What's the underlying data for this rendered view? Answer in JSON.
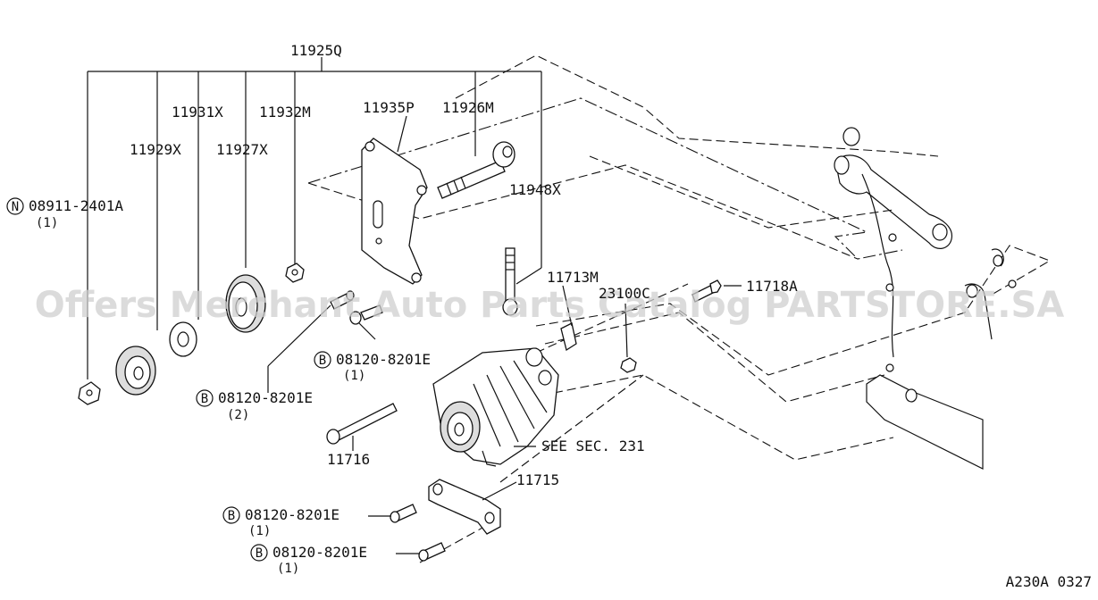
{
  "watermark": "Offers Merchant Auto Parts Catalog PARTSTORE.SA",
  "diagram_code": "A230A 0327",
  "labels": {
    "l_11925q": "11925Q",
    "l_11931x": "11931X",
    "l_11932m": "11932M",
    "l_11929x": "11929X",
    "l_11927x": "11927X",
    "l_11935p": "11935P",
    "l_11926m": "11926M",
    "l_11948x": "11948X",
    "l_08911": "08911-2401A",
    "l_11713m": "11713M",
    "l_23100c": "23100C",
    "l_11718a": "11718A",
    "l_bolt1": "08120-8201E",
    "l_bolt2": "08120-8201E",
    "l_11716": "11716",
    "l_seesec": "SEE SEC. 231",
    "l_11715": "11715",
    "l_bolt3": "08120-8201E",
    "l_bolt4": "08120-8201E"
  },
  "quantities": {
    "q_08911": "(1)",
    "q_bolt1": "(1)",
    "q_bolt2": "(2)",
    "q_bolt3": "(1)",
    "q_bolt4": "(1)"
  },
  "prefixes": {
    "p_08911": "N",
    "p_bolt1": "B",
    "p_bolt2": "B",
    "p_bolt3": "B",
    "p_bolt4": "B"
  }
}
